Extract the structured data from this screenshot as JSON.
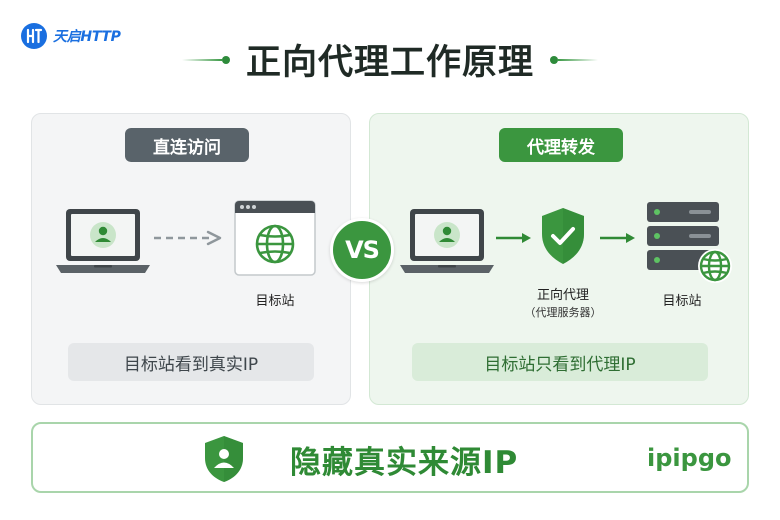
{
  "brand": {
    "logo_text": "天启HTTP"
  },
  "title": "正向代理工作原理",
  "left_panel": {
    "pill": "直连访问",
    "target_label": "目标站",
    "result": "目标站看到真实IP"
  },
  "vs_label": "VS",
  "right_panel": {
    "pill": "代理转发",
    "proxy_label": "正向代理",
    "proxy_sublabel": "（代理服务器）",
    "target_label": "目标站",
    "result": "目标站只看到代理IP"
  },
  "banner": {
    "text": "隐藏真实来源IP",
    "brand": "ipipgo"
  },
  "colors": {
    "primary_green": "#3b963f",
    "dark_gray": "#59636a",
    "logo_blue": "#1a6fe0"
  }
}
